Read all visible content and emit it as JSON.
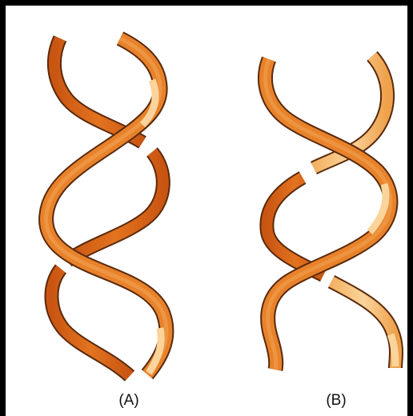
{
  "figure": {
    "labels": {
      "a": "(A)",
      "b": "(B)"
    },
    "colors": {
      "ribbon_dark": "#d9651a",
      "ribbon_mid": "#ec8a2e",
      "ribbon_light": "#f6c27f",
      "outline": "#5a2a0c",
      "frame": "#000000"
    },
    "helices": [
      {
        "name": "A",
        "handedness": "right-handed"
      },
      {
        "name": "B",
        "handedness": "left-handed"
      }
    ]
  }
}
